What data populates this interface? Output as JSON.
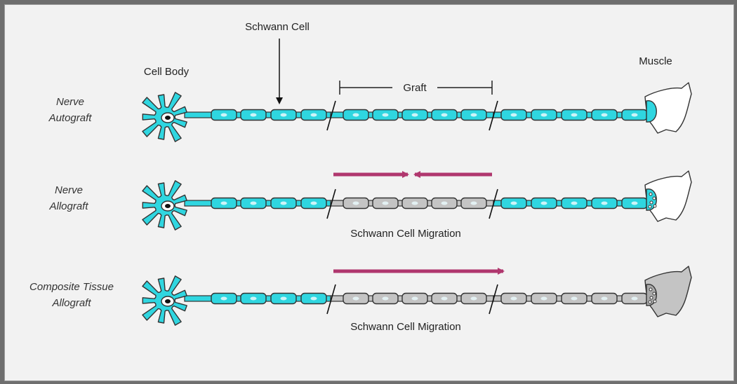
{
  "labels": {
    "schwann_cell": "Schwann Cell",
    "cell_body": "Cell Body",
    "muscle": "Muscle",
    "graft": "Graft",
    "migration_allograft": "Schwann Cell Migration",
    "migration_composite": "Schwann Cell Migration"
  },
  "rows": [
    {
      "id": "autograft",
      "label_line1": "Nerve",
      "label_line2": "Autograft",
      "graft_fill": "cyan",
      "distal_fill": "cyan",
      "muscle_fill": "white",
      "arrow": "none"
    },
    {
      "id": "allograft",
      "label_line1": "Nerve",
      "label_line2": "Allograft",
      "graft_fill": "gray",
      "distal_fill": "cyan",
      "muscle_fill": "white",
      "arrow": "bidirectional"
    },
    {
      "id": "composite",
      "label_line1": "Composite Tissue",
      "label_line2": "Allograft",
      "graft_fill": "gray",
      "distal_fill": "gray",
      "muscle_fill": "gray",
      "arrow": "forward"
    }
  ],
  "colors": {
    "cyan": "#2fd6e0",
    "gray": "#c4c4c4",
    "arrow": "#b0376e",
    "outline": "#333333",
    "background": "#f2f2f2",
    "frame": "#6f6f6f"
  }
}
